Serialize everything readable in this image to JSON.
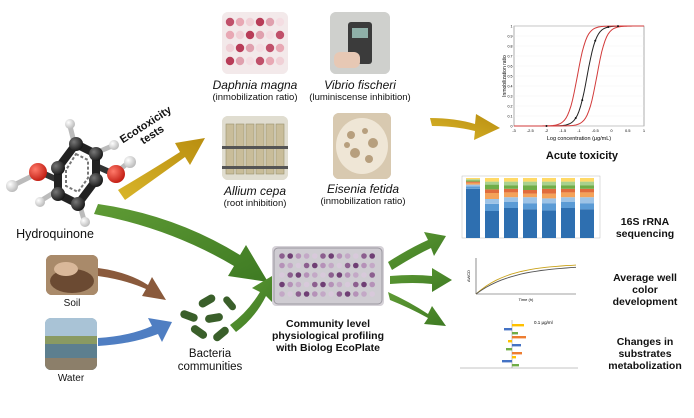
{
  "compound": {
    "label": "Hydroquinone"
  },
  "ecotox": {
    "label_line1": "Ecotoxicity",
    "label_line2": "tests"
  },
  "tests": [
    {
      "species": "Daphnia magna",
      "endpoint": "(inmobilization ratio)"
    },
    {
      "species": "Vibrio fischeri",
      "endpoint": "(luminisсense inhibition)"
    },
    {
      "species": "Allium cepa",
      "endpoint": "(root inhibition)"
    },
    {
      "species": "Eisenia fetida",
      "endpoint": "(inmobilization ratio)"
    }
  ],
  "acute": {
    "label": "Acute toxicity",
    "ylabel": "Inmobilization ratio",
    "xlabel": "Log concentration (μg/mL)",
    "xticks": [
      "-3",
      "-2.5",
      "-2",
      "-1.5",
      "-1",
      "-0.5",
      "0",
      "0.5",
      "1"
    ],
    "yticks": [
      "0",
      "0.1",
      "0.2",
      "0.3",
      "0.4",
      "0.5",
      "0.6",
      "0.7",
      "0.8",
      "0.9",
      "1"
    ]
  },
  "sources": [
    {
      "label": "Soil"
    },
    {
      "label": "Water"
    }
  ],
  "bacteria": {
    "line1": "Bacteria",
    "line2": "communities"
  },
  "biolog": {
    "line1": "Community level",
    "line2": "physiological  profiling",
    "line3": "with Biolog EcoPlate"
  },
  "outputs": [
    {
      "line1": "16S rRNA",
      "line2": "sequencing"
    },
    {
      "line1": "Average well",
      "line2": "color",
      "line3": "development"
    },
    {
      "line1": "Changes in",
      "line2": "substrates",
      "line3": "metabolization"
    }
  ],
  "awcd": {
    "xlabel": "Time (h)",
    "ylabel": "AWCD"
  },
  "subs": {
    "header": "0.1 μg/ml"
  },
  "colors": {
    "gold_arrow": "#c9a21a",
    "green_arrow": "#4f8a2c",
    "brown_arrow": "#8a5a3c",
    "blue_arrow": "#4f7ec2",
    "bacteria": "#3a5f2a"
  }
}
